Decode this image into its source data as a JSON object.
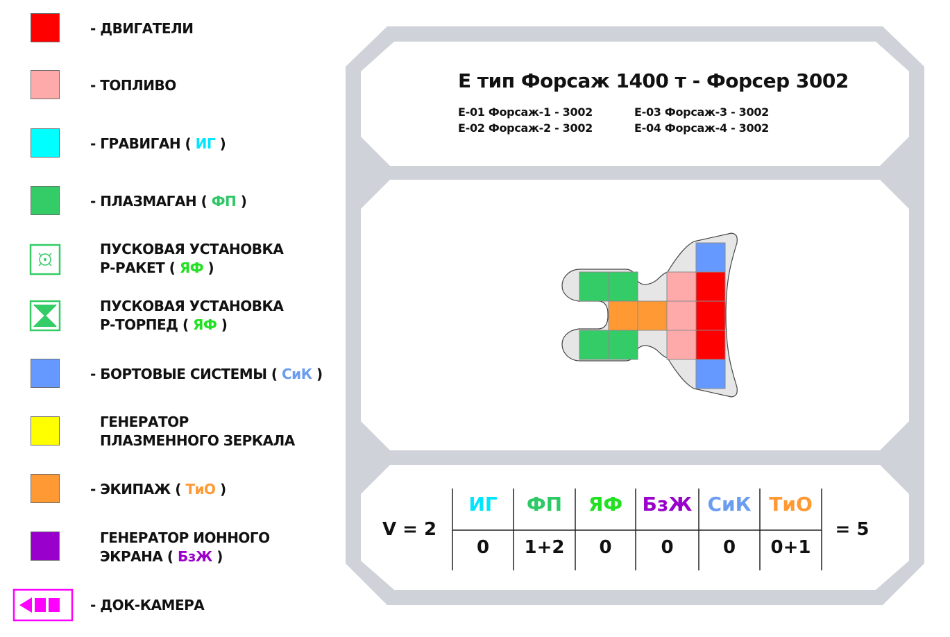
{
  "legend": [
    {
      "label": "- ДВИГАТЕЛИ",
      "color": "#ff0000"
    },
    {
      "label": "- ТОПЛИВО",
      "color": "#ffaaaa"
    },
    {
      "label": "- ГРАВИГАН (",
      "code": "ИГ",
      "code_color": "#00e5ff",
      "suffix": ")",
      "color": "#00ffff"
    },
    {
      "label": "- ПЛАЗМАГАН (",
      "code": "ФП",
      "code_color": "#2ec866",
      "suffix": ")",
      "color": "#33cc66"
    },
    {
      "line1": "ПУСКОВАЯ УСТАНОВКА",
      "line2": "Р-РАКЕТ (",
      "code": "ЯФ",
      "code_color": "#22e022",
      "suffix": ")",
      "icon": "rocket-launcher-icon"
    },
    {
      "line1": "ПУСКОВАЯ УСТАНОВКА",
      "line2": "Р-ТОРПЕД (",
      "code": "ЯФ",
      "code_color": "#22e022",
      "suffix": ")",
      "icon": "torpedo-launcher-icon"
    },
    {
      "label": "- БОРТОВЫЕ СИСТЕМЫ (",
      "code": "СиК",
      "code_color": "#6a9cf0",
      "suffix": ")",
      "color": "#6699ff"
    },
    {
      "line1": "ГЕНЕРАТОР",
      "line2": "ПЛАЗМЕННОГО ЗЕРКАЛА",
      "color": "#ffff00"
    },
    {
      "label": "- ЭКИПАЖ (",
      "code": "ТиО",
      "code_color": "#ff9933",
      "suffix": ")",
      "color": "#ff9933"
    },
    {
      "line1": "ГЕНЕРАТОР ИОННОГО",
      "line2": "ЭКРАНА (",
      "code": "БзЖ",
      "code_color": "#9900cc",
      "suffix": ")",
      "color": "#9900cc"
    },
    {
      "label": "- ДОК-КАМЕРА",
      "icon": "dock-chamber-icon",
      "color": "#ff00ff"
    }
  ],
  "card": {
    "title": "Е тип Форсаж 1400 т - Форсер 3002",
    "ships": [
      "Е-01 Форсаж-1 - 3002",
      "Е-02 Форсаж-2 - 3002",
      "Е-03 Форсаж-3 - 3002",
      "Е-04 Форсаж-4 - 3002"
    ]
  },
  "stats": {
    "v_label": "V = 2",
    "total": "= 5",
    "columns": [
      {
        "code": "ИГ",
        "value": "0",
        "color": "#00e5ff"
      },
      {
        "code": "ФП",
        "value": "1+2",
        "color": "#2ec866"
      },
      {
        "code": "ЯФ",
        "value": "0",
        "color": "#22e022"
      },
      {
        "code": "БзЖ",
        "value": "0",
        "color": "#9900cc"
      },
      {
        "code": "СиК",
        "value": "0",
        "color": "#6a9cf0"
      },
      {
        "code": "ТиО",
        "value": "0+1",
        "color": "#ff9933"
      }
    ]
  }
}
